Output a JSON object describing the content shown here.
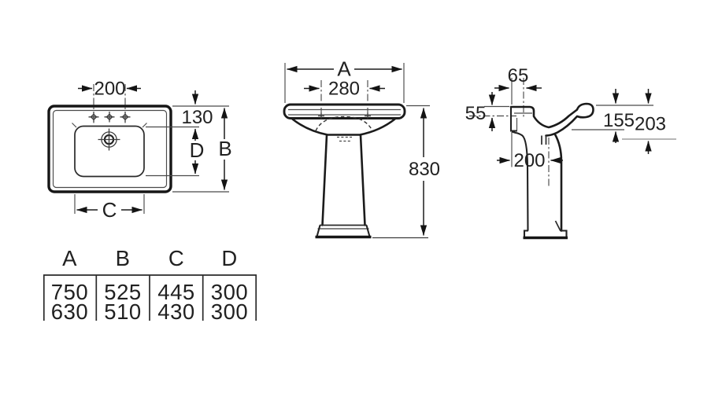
{
  "dims": {
    "top_view": {
      "tap_spacing": "200",
      "rim_to_bowl": "130",
      "bowl_depth": "D",
      "overall_depth": "B",
      "bowl_width": "C"
    },
    "front_view": {
      "overall_width": "A",
      "tap_centers": "280",
      "total_height": "830"
    },
    "side_view": {
      "hole_offset": "65",
      "rim_to_fixing": "55",
      "rim_to_underside": "155",
      "rim_to_apron": "203",
      "wall_to_trap": "200"
    }
  },
  "table": {
    "headers": [
      "A",
      "B",
      "C",
      "D"
    ],
    "rows": [
      [
        "750",
        "525",
        "445",
        "300"
      ],
      [
        "630",
        "510",
        "430",
        "300"
      ]
    ]
  }
}
